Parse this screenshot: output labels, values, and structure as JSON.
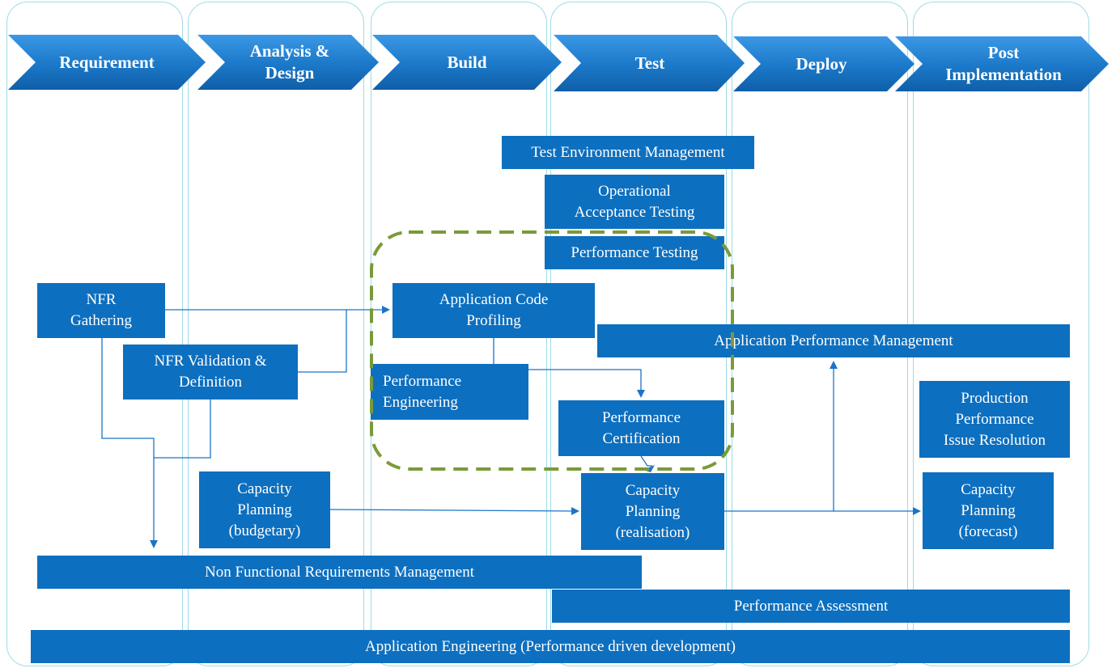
{
  "phases": [
    {
      "label": "Requirement"
    },
    {
      "label": "Analysis &\nDesign"
    },
    {
      "label": "Build"
    },
    {
      "label": "Test"
    },
    {
      "label": "Deploy"
    },
    {
      "label": "Post\nImplementation"
    }
  ],
  "boxes": {
    "test_env": "Test Environment Management",
    "oat": "Operational\nAcceptance Testing",
    "perf_testing": "Performance Testing",
    "nfr_gathering": "NFR\nGathering",
    "nfr_validation": "NFR Validation &\nDefinition",
    "code_profiling": "Application Code\nProfiling",
    "apm": "Application Performance Management",
    "perf_engineering": "Performance\nEngineering",
    "perf_certification": "Performance\nCertification",
    "prod_issue": "Production\nPerformance\nIssue Resolution",
    "cap_budgetary": "Capacity\nPlanning\n(budgetary)",
    "cap_realisation": "Capacity\nPlanning\n(realisation)",
    "cap_forecast": "Capacity\nPlanning\n(forecast)",
    "nfr_mgmt": "Non Functional Requirements Management",
    "perf_assessment": "Performance Assessment",
    "app_engineering": "Application Engineering (Performance driven development)"
  },
  "colors": {
    "box_fill": "#0d6fbf",
    "chevron_fill": "#1e7fd0",
    "lane_border": "#9fdbe6",
    "connector": "#1a74c8",
    "dashed_group": "#7a9a3a"
  }
}
